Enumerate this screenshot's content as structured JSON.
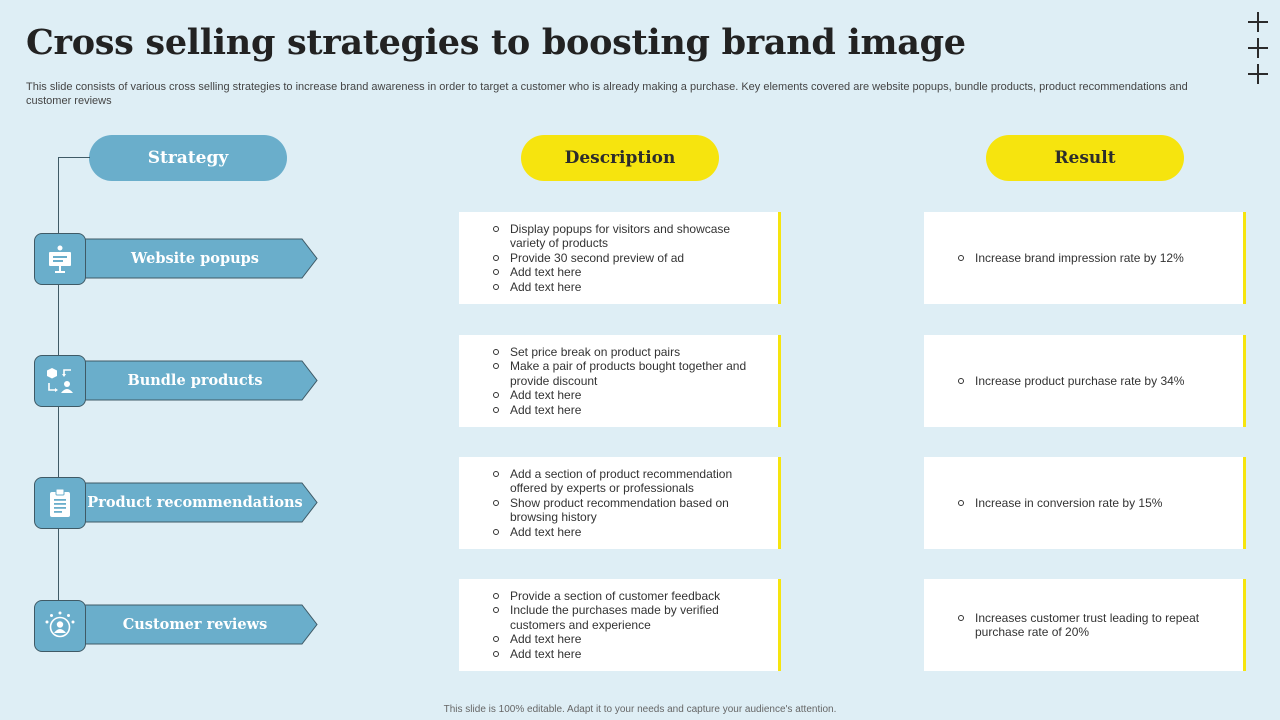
{
  "title": "Cross selling strategies to boosting brand image",
  "subtitle": "This slide consists of various cross selling strategies to increase brand awareness in order to target a customer who is already making a purchase. Key elements covered are website popups, bundle products, product recommendations and customer reviews",
  "headers": {
    "strategy": "Strategy",
    "description": "Description",
    "result": "Result"
  },
  "rows": [
    {
      "strategy": "Website popups",
      "icon": "popup-board-icon",
      "description": [
        "Display popups  for visitors and showcase variety of products",
        "Provide 30 second preview of ad",
        "Add text here",
        "Add text here"
      ],
      "result": [
        "Increase brand impression rate by 12%"
      ]
    },
    {
      "strategy": "Bundle products",
      "icon": "bundle-exchange-icon",
      "description": [
        "Set price break on product pairs",
        "Make  a pair of products bought together and provide discount",
        "Add text here",
        "Add text here"
      ],
      "result": [
        "Increase product purchase rate by 34%"
      ]
    },
    {
      "strategy": "Product recommendations",
      "icon": "clipboard-icon",
      "description": [
        "Add a section of product recommendation offered by experts or professionals",
        "Show product recommendation based on browsing history",
        "Add text here"
      ],
      "result": [
        "Increase in conversion rate by 15%"
      ]
    },
    {
      "strategy": "Customer reviews",
      "icon": "customer-stars-icon",
      "description": [
        "Provide a section of customer feedback",
        "Include the purchases made by verified customers and experience",
        "Add text here",
        "Add text here"
      ],
      "result": [
        "Increases customer trust leading to repeat purchase rate of 20%"
      ]
    }
  ],
  "footer": "This slide is 100% editable.  Adapt it to your needs and capture your audience's attention.",
  "colors": {
    "background": "#deeef5",
    "accent_blue": "#6aaecb",
    "accent_yellow": "#f6e40e",
    "line": "#3f5a66"
  }
}
